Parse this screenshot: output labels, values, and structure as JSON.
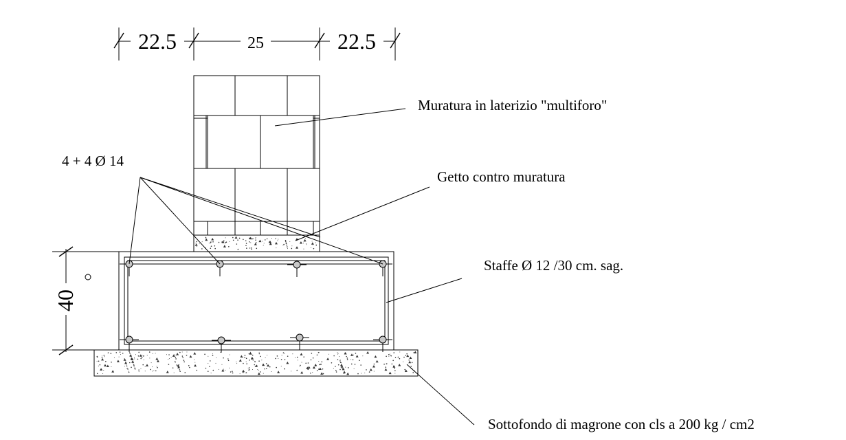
{
  "dimensions": {
    "top_left": "22.5",
    "top_middle": "25",
    "top_right": "22.5",
    "height_left": "40"
  },
  "labels": {
    "masonry": "Muratura in laterizio \"multiforo\"",
    "rebar": "4 + 4 Ø 14",
    "cast": "Getto contro muratura",
    "stirrups": "Staffe Ø 12 /30 cm. sag.",
    "blinding": "Sottofondo di magrone con cls a 200 kg / cm2"
  }
}
